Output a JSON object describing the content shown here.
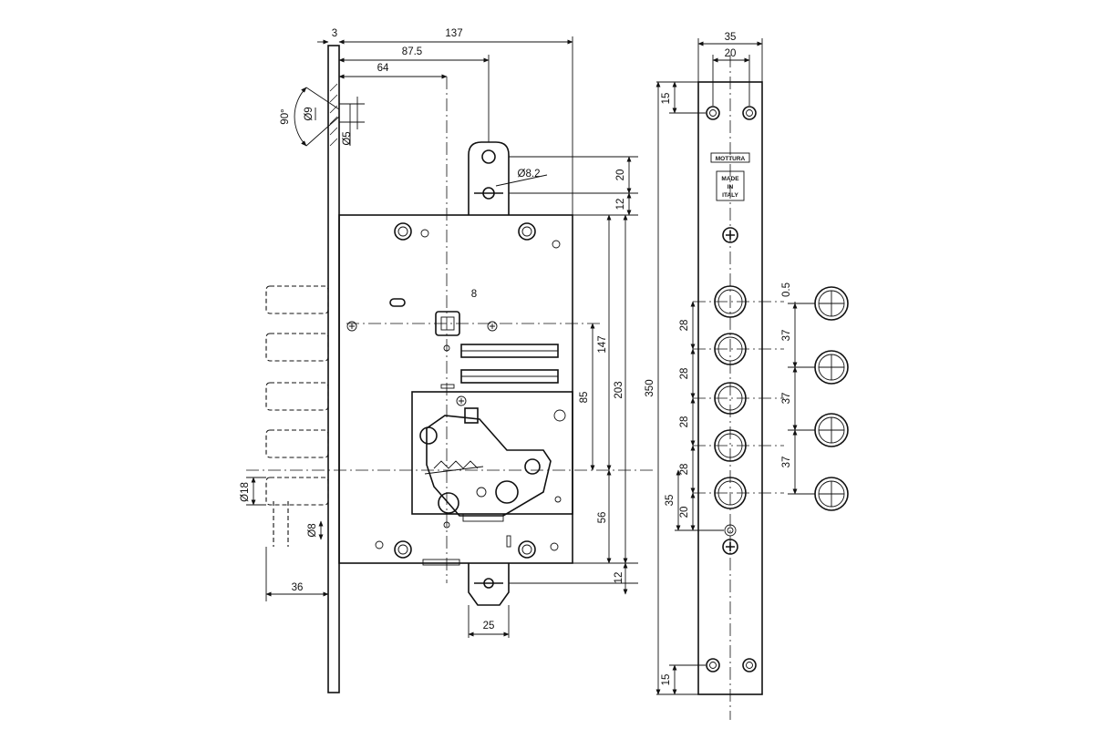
{
  "dimensions": {
    "plate_thickness": "3",
    "case_depth": "137",
    "cam_center": "87.5",
    "backset": "64",
    "angle": "90°",
    "hole_dia_large": "Ø9",
    "hole_dia_small": "Ø5",
    "cam_hole": "Ø8.2",
    "top_cam_offset": "20",
    "top_gap": "12",
    "spindle_square": "8",
    "spindle_to_cylinder": "147",
    "spindle_to_bottom": "203",
    "cam_to_bolt": "85",
    "cylinder_to_bottom": "56",
    "bottom_gap": "12",
    "bolt_dia": "Ø18",
    "latch_dia": "Ø8",
    "bolt_throw": "36",
    "bottom_cam_width": "25",
    "faceplate_width": "35",
    "faceplate_hole_spacing": "20",
    "faceplate_top_hole": "15",
    "faceplate_length": "350",
    "bolt_spacing": [
      "28",
      "28",
      "28",
      "28"
    ],
    "lower_offset_a": "35",
    "lower_offset_b": "20",
    "faceplate_bottom_hole": "15",
    "strike_offset": "0.5",
    "strike_spacing": [
      "37",
      "37",
      "37"
    ]
  },
  "labels": {
    "brand": "MOTTURA",
    "origin_line1": "MADE",
    "origin_line2": "IN",
    "origin_line3": "ITALY"
  }
}
